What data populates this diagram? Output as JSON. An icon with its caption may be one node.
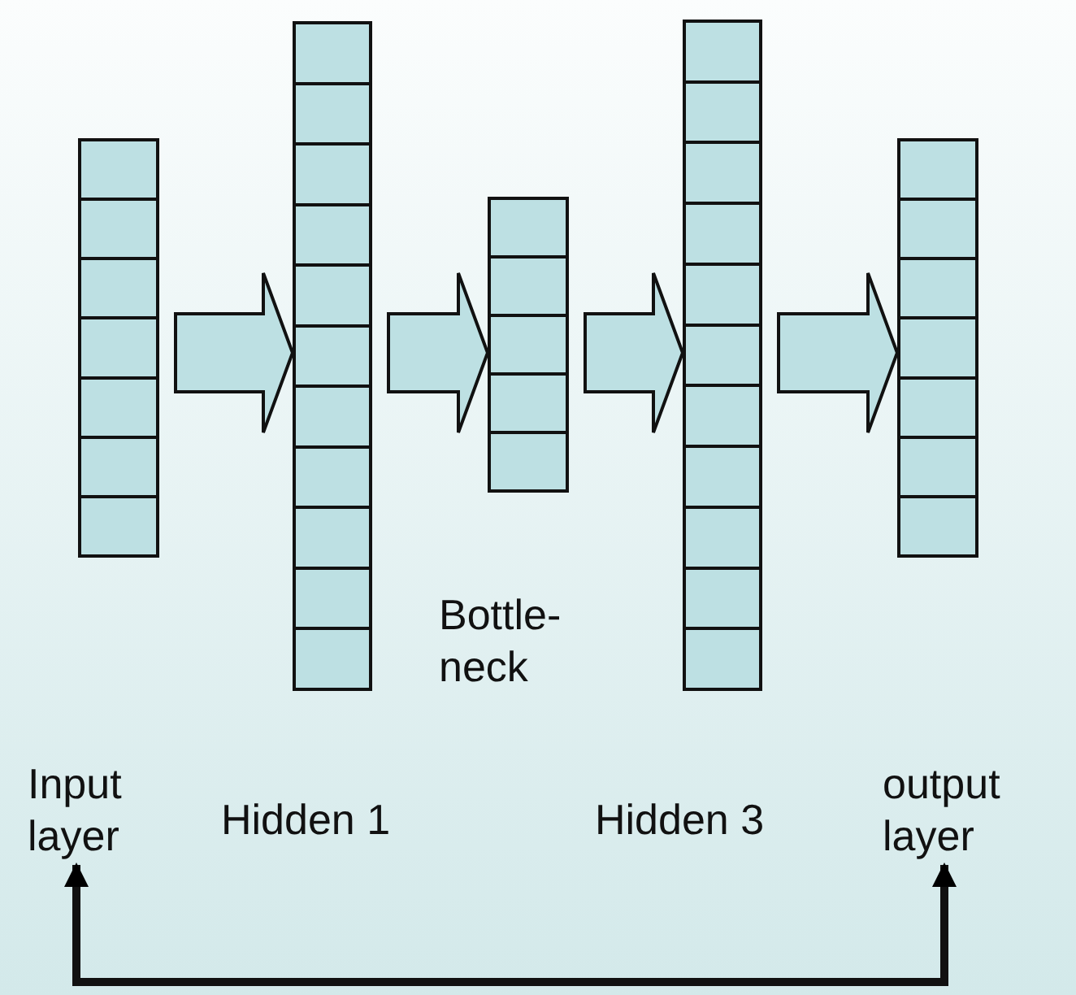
{
  "diagram": {
    "nodes": [
      {
        "text": [],
        "shape": "bar"
      },
      {
        "text": [
          "Hidden 1"
        ]
      },
      {
        "text": [
          "Bottle- neck"
        ]
      },
      {
        "text": [
          "Hidden 3"
        ]
      },
      {
        "text": [],
        "shape": "bar"
      },
      {
        "text": [
          "Input layer"
        ]
      },
      {
        "text": [
          "output layer"
        ]
      }
    ],
    "edges": [
      {
        "from": 0,
        "to": 1,
        "arrow": "to"
      },
      {
        "from": 1,
        "to": 2,
        "arrow": "to"
      },
      {
        "from": 2,
        "to": 3,
        "arrow": "to"
      },
      {
        "from": 3,
        "to": 4,
        "arrow": "to"
      },
      {
        "from": 5,
        "to": 6,
        "arrow": "both"
      }
    ]
  }
}
